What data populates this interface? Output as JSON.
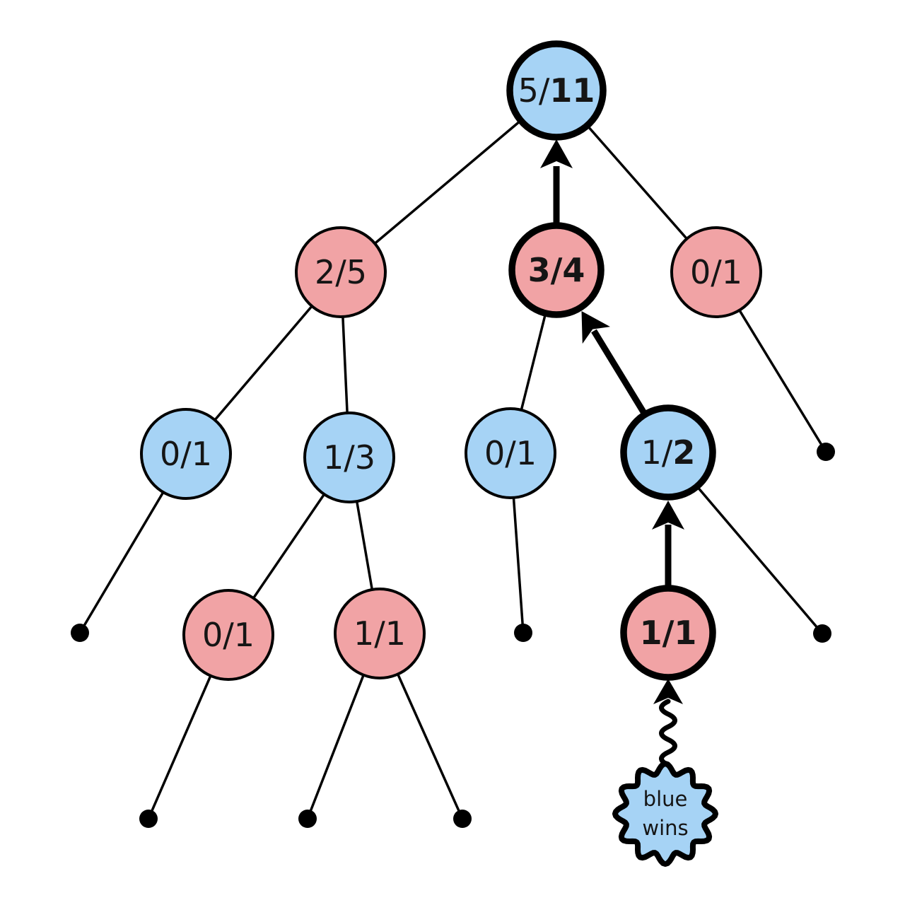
{
  "diagram": {
    "description": "Monte Carlo tree search backpropagation tree",
    "colors": {
      "node_blue": "#a6d3f5",
      "node_pink": "#f1a3a5",
      "edge_black": "#000000",
      "label_text": "#151515"
    },
    "nodes": [
      {
        "id": "root",
        "label": "5/11",
        "value_regular": "5/",
        "value_bold": "11",
        "color": "blue",
        "on_backprop_path": true
      },
      {
        "id": "level2-left",
        "label": "2/5",
        "value_regular": "2/5",
        "value_bold": "",
        "color": "pink",
        "on_backprop_path": false
      },
      {
        "id": "level2-mid",
        "label": "3/4",
        "value_regular": "",
        "value_bold": "3/4",
        "color": "pink",
        "on_backprop_path": true
      },
      {
        "id": "level2-right",
        "label": "0/1",
        "value_regular": "0/1",
        "value_bold": "",
        "color": "pink",
        "on_backprop_path": false
      },
      {
        "id": "level3-1",
        "label": "0/1",
        "value_regular": "0/1",
        "value_bold": "",
        "color": "blue",
        "on_backprop_path": false
      },
      {
        "id": "level3-2",
        "label": "1/3",
        "value_regular": "1/3",
        "value_bold": "",
        "color": "blue",
        "on_backprop_path": false
      },
      {
        "id": "level3-3",
        "label": "0/1",
        "value_regular": "0/1",
        "value_bold": "",
        "color": "blue",
        "on_backprop_path": false
      },
      {
        "id": "level3-4",
        "label": "1/2",
        "value_regular": "1/",
        "value_bold": "2",
        "color": "blue",
        "on_backprop_path": true
      },
      {
        "id": "level4-1",
        "label": "0/1",
        "value_regular": "0/1",
        "value_bold": "",
        "color": "pink",
        "on_backprop_path": false
      },
      {
        "id": "level4-2",
        "label": "1/1",
        "value_regular": "1/1",
        "value_bold": "",
        "color": "pink",
        "on_backprop_path": false
      },
      {
        "id": "level4-3",
        "label": "1/1",
        "value_regular": "",
        "value_bold": "1/1",
        "color": "pink",
        "on_backprop_path": true
      }
    ],
    "badge": {
      "line1": "blue",
      "line2": "wins"
    }
  }
}
